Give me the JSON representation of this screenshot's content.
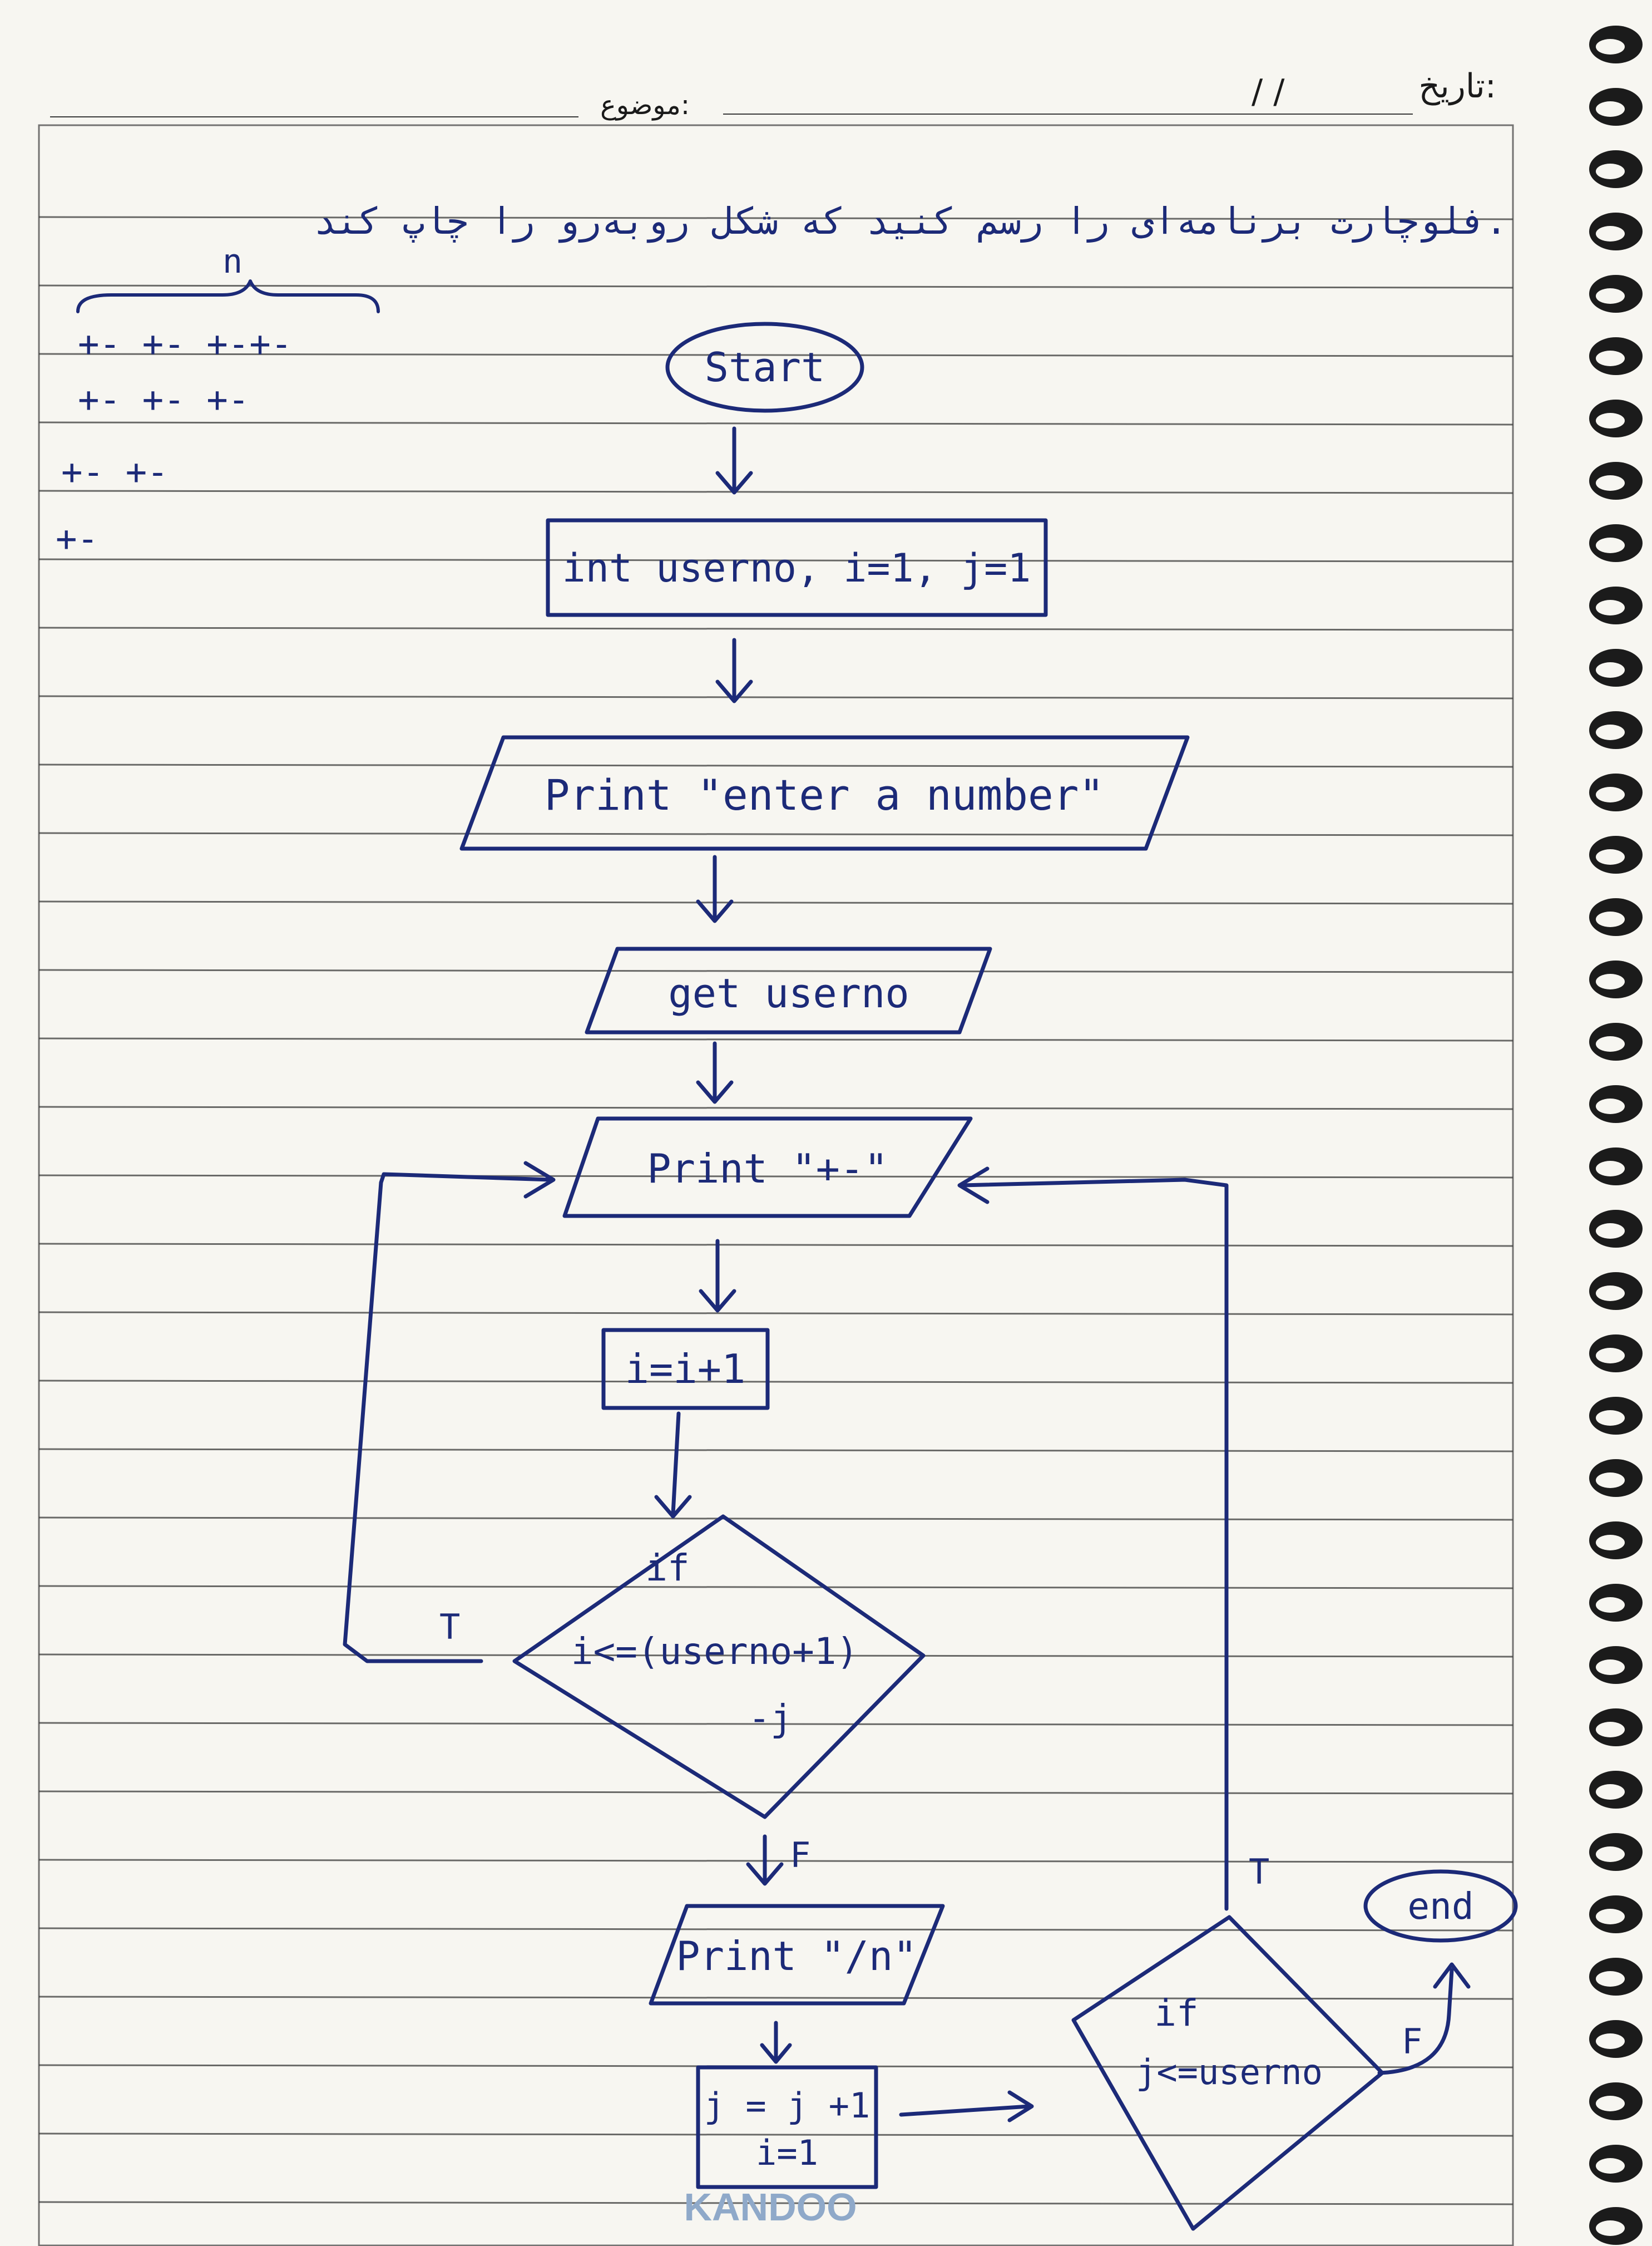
{
  "header": {
    "date_label": "تاریخ:",
    "date_separators": "/      /",
    "subject_label": "موضوع:"
  },
  "instruction": "فلوچارت برنامه‌ای را رسم کنید که شکل روبه‌رو را چاپ کند.",
  "pattern_sketch": {
    "brace_label": "n",
    "rows": [
      "+- +- +-+-",
      "+- +- +-",
      "+- +-",
      "+-"
    ]
  },
  "flowchart": {
    "nodes": [
      {
        "id": "start",
        "shape": "oval",
        "lines": [
          "Start"
        ]
      },
      {
        "id": "declare",
        "shape": "rectangle",
        "lines": [
          "int userno, i=1, j=1"
        ]
      },
      {
        "id": "prompt",
        "shape": "parallelogram",
        "lines": [
          "Print \"enter a number\""
        ]
      },
      {
        "id": "input",
        "shape": "parallelogram",
        "lines": [
          "get userno"
        ]
      },
      {
        "id": "print_pm",
        "shape": "parallelogram",
        "lines": [
          "Print \"+-\""
        ]
      },
      {
        "id": "inc_i",
        "shape": "rectangle",
        "lines": [
          "i=i+1"
        ]
      },
      {
        "id": "cond_i",
        "shape": "diamond",
        "lines": [
          "if",
          "i<=(userno+1)",
          "-j"
        ]
      },
      {
        "id": "print_nl",
        "shape": "parallelogram",
        "lines": [
          "Print \"/n\""
        ]
      },
      {
        "id": "inc_j",
        "shape": "rectangle",
        "lines": [
          "j = j +1",
          "i=1"
        ]
      },
      {
        "id": "cond_j",
        "shape": "diamond",
        "lines": [
          "if",
          "j<=userno"
        ]
      },
      {
        "id": "end",
        "shape": "oval",
        "lines": [
          "end"
        ]
      }
    ],
    "edges": [
      {
        "from": "start",
        "to": "declare",
        "label": ""
      },
      {
        "from": "declare",
        "to": "prompt",
        "label": ""
      },
      {
        "from": "prompt",
        "to": "input",
        "label": ""
      },
      {
        "from": "input",
        "to": "print_pm",
        "label": ""
      },
      {
        "from": "print_pm",
        "to": "inc_i",
        "label": ""
      },
      {
        "from": "inc_i",
        "to": "cond_i",
        "label": ""
      },
      {
        "from": "cond_i",
        "to": "print_pm",
        "label": "T"
      },
      {
        "from": "cond_i",
        "to": "print_nl",
        "label": "F"
      },
      {
        "from": "print_nl",
        "to": "inc_j",
        "label": ""
      },
      {
        "from": "inc_j",
        "to": "cond_j",
        "label": ""
      },
      {
        "from": "cond_j",
        "to": "print_pm",
        "label": "T"
      },
      {
        "from": "cond_j",
        "to": "end",
        "label": "F"
      }
    ]
  },
  "footer": {
    "brand": "KANDOO"
  },
  "colors": {
    "ink": "#1c2a78",
    "paper": "#f7f6f1",
    "rule": "#3a3a3a",
    "brand": "#8fa9c9"
  }
}
